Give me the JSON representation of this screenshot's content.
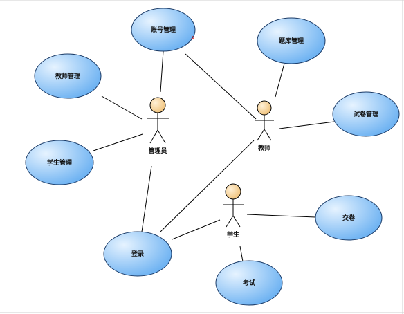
{
  "diagram": {
    "actors": [
      {
        "id": "admin",
        "label": "管理员"
      },
      {
        "id": "teacher",
        "label": "教师"
      },
      {
        "id": "student",
        "label": "学生"
      }
    ],
    "use_cases": [
      {
        "id": "account",
        "label": "账号管理"
      },
      {
        "id": "question_bank",
        "label": "题库管理"
      },
      {
        "id": "teacher_mgmt",
        "label": "教师管理"
      },
      {
        "id": "paper_mgmt",
        "label": "试卷管理"
      },
      {
        "id": "student_mgmt",
        "label": "学生管理"
      },
      {
        "id": "submit",
        "label": "交卷"
      },
      {
        "id": "login",
        "label": "登录"
      },
      {
        "id": "exam",
        "label": "考试"
      }
    ],
    "associations": [
      [
        "admin",
        "account"
      ],
      [
        "admin",
        "teacher_mgmt"
      ],
      [
        "admin",
        "student_mgmt"
      ],
      [
        "admin",
        "login"
      ],
      [
        "teacher",
        "account"
      ],
      [
        "teacher",
        "question_bank"
      ],
      [
        "teacher",
        "paper_mgmt"
      ],
      [
        "teacher",
        "login"
      ],
      [
        "student",
        "login"
      ],
      [
        "student",
        "submit"
      ],
      [
        "student",
        "exam"
      ]
    ],
    "colors": {
      "ellipse_fill_light": "#d6ecff",
      "ellipse_fill_dark": "#6fb3f2",
      "ellipse_stroke": "#1a3a66",
      "actor_head": "#f7d39a",
      "line": "#000000"
    }
  }
}
